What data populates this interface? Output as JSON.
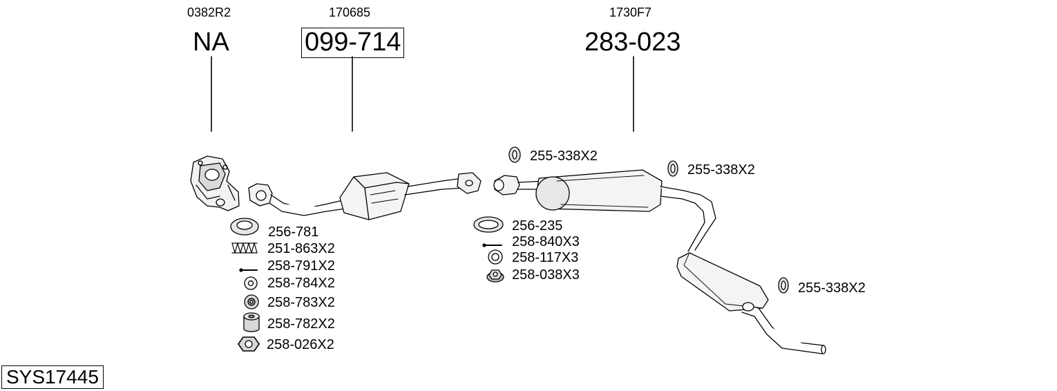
{
  "system": {
    "id": "SYS17445"
  },
  "groups": [
    {
      "ref": "0382R2",
      "part": "NA",
      "boxed": false
    },
    {
      "ref": "170685",
      "part": "099-714",
      "boxed": true
    },
    {
      "ref": "1730F7",
      "part": "283-023",
      "boxed": false
    }
  ],
  "left_accessories": [
    {
      "code": "256-781",
      "icon": "gasket-ring-icon"
    },
    {
      "code": "251-863X2",
      "icon": "spring-icon"
    },
    {
      "code": "258-791X2",
      "icon": "bolt-icon"
    },
    {
      "code": "258-784X2",
      "icon": "washer-icon"
    },
    {
      "code": "258-783X2",
      "icon": "bushing-icon"
    },
    {
      "code": "258-782X2",
      "icon": "stacked-bushing-icon"
    },
    {
      "code": "258-026X2",
      "icon": "hex-nut-icon"
    }
  ],
  "middle_accessories": [
    {
      "code": "256-235",
      "icon": "flat-gasket-icon"
    },
    {
      "code": "258-840X3",
      "icon": "bolt-icon"
    },
    {
      "code": "258-117X3",
      "icon": "washer-icon"
    },
    {
      "code": "258-038X3",
      "icon": "flange-nut-icon"
    }
  ],
  "hangers": [
    {
      "code": "255-338X2",
      "icon": "rubber-hanger-icon"
    },
    {
      "code": "255-338X2",
      "icon": "rubber-hanger-icon"
    },
    {
      "code": "255-338X2",
      "icon": "rubber-hanger-icon"
    }
  ]
}
